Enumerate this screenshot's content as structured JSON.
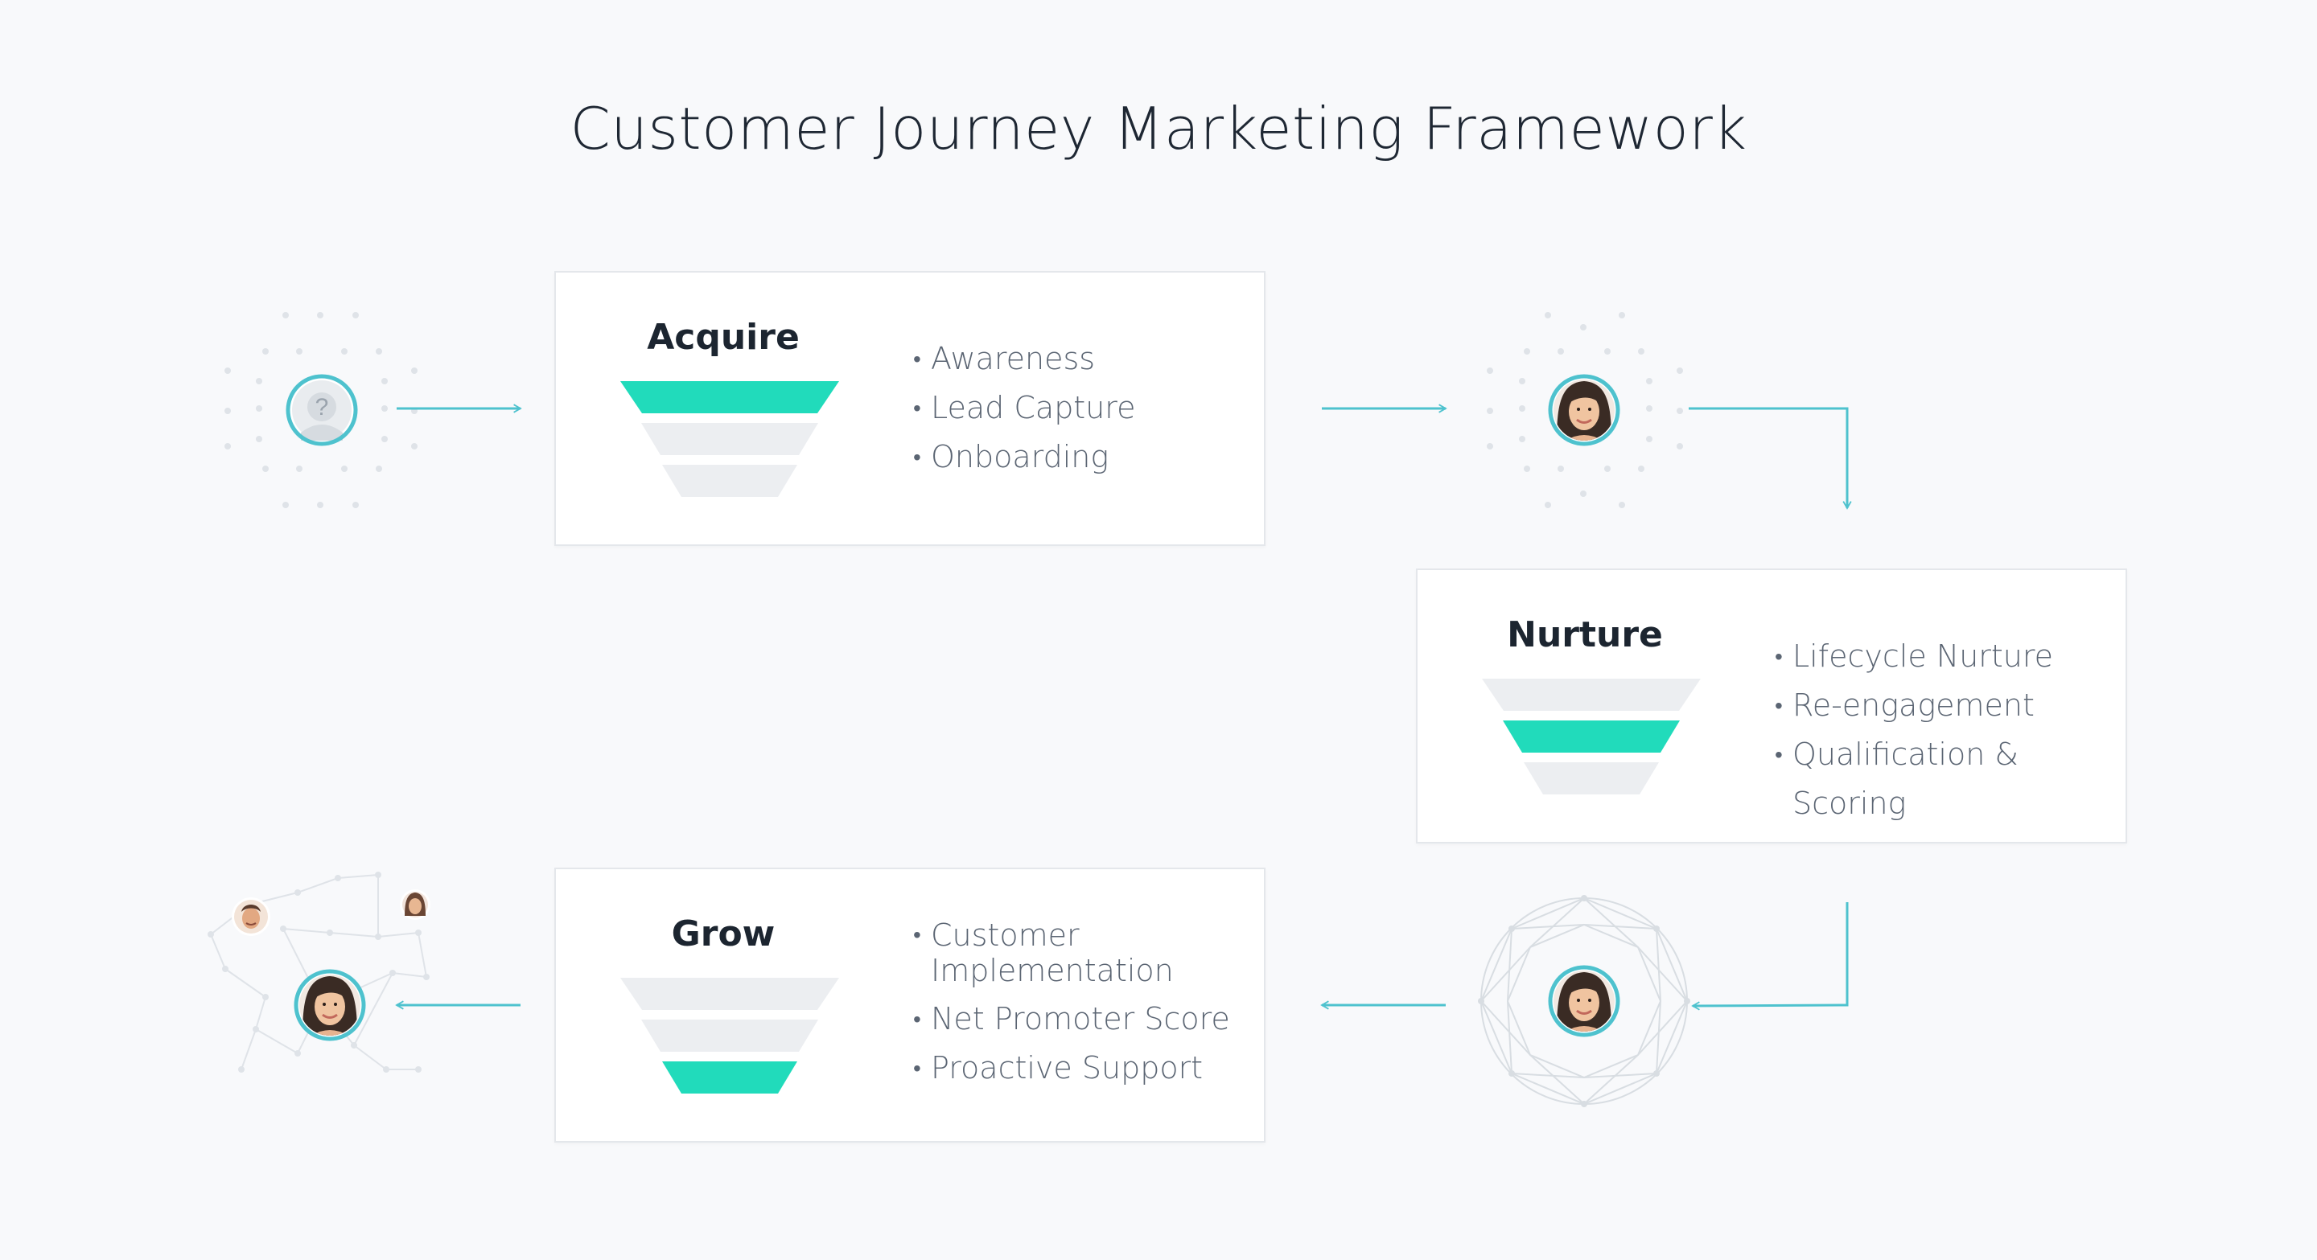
{
  "title": "Customer Journey Marketing Framework",
  "colors": {
    "accent": "#21dbbb",
    "arrow": "#4ec2ce",
    "funnel_inactive": "#eceef1",
    "dots": "#dfe3e8",
    "card_border": "#e4e7eb"
  },
  "stages": [
    {
      "title": "Acquire",
      "active_layer": 0,
      "bullets": [
        "Awareness",
        "Lead Capture",
        "Onboarding"
      ]
    },
    {
      "title": "Nurture",
      "active_layer": 1,
      "bullets": [
        "Lifecycle Nurture",
        "Re-engagement",
        "Qualification & Scoring"
      ]
    },
    {
      "title": "Grow",
      "active_layer": 2,
      "bullets": [
        "Customer Implementation",
        "Net Promoter Score",
        "Proactive Support"
      ]
    }
  ],
  "icons": {
    "unknown_person": "question-mark-avatar",
    "customer": "customer-avatar",
    "network": "network-icon"
  },
  "unknown_symbol": "?"
}
